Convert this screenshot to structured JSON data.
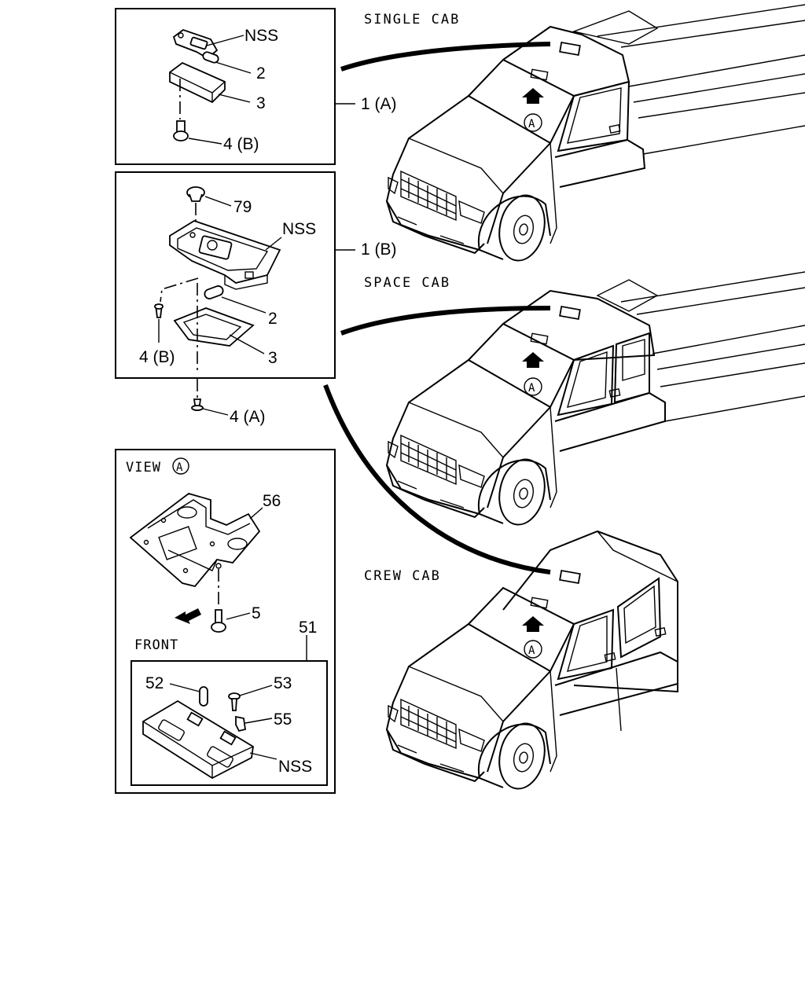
{
  "cab_types": {
    "single": "SINGLE CAB",
    "space": "SPACE CAB",
    "crew": "CREW CAB"
  },
  "view_marker": "A",
  "detail_1a": {
    "ref": "1 (A)",
    "labels": {
      "nss": "NSS",
      "bulb": "2",
      "lens": "3",
      "screw": "4 (B)"
    }
  },
  "detail_1b": {
    "ref": "1 (B)",
    "labels": {
      "clip": "79",
      "nss": "NSS",
      "bulb": "2",
      "lens": "3",
      "screw_b": "4 (B)",
      "screw_a": "4 (A)"
    }
  },
  "view_a": {
    "title": "VIEW",
    "bracket": "56",
    "screw": "5",
    "front": "FRONT",
    "assembly": "51",
    "assembly_labels": {
      "bulb": "52",
      "screw": "53",
      "clip": "55",
      "housing": "NSS"
    }
  }
}
